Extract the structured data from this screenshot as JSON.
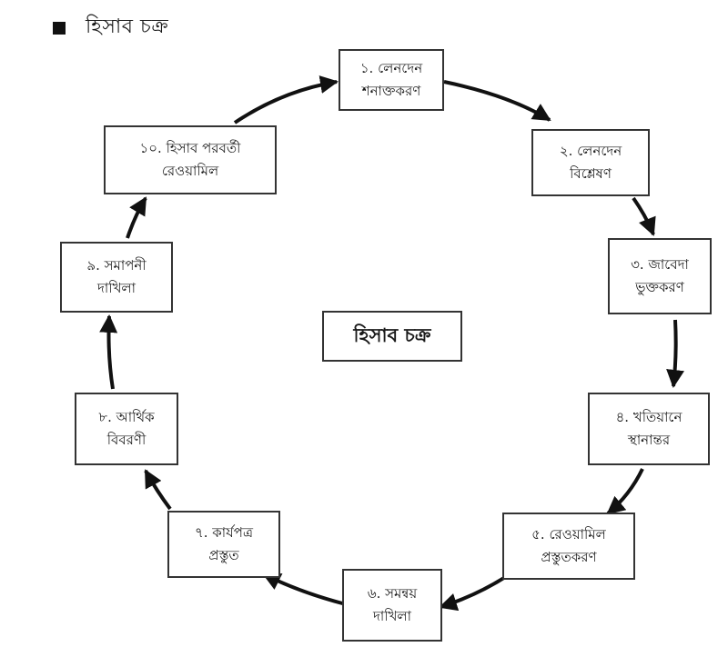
{
  "header": {
    "title": "হিসাব চক্র"
  },
  "center_label": "হিসাব চক্র",
  "steps": [
    {
      "line1": "১. লেনদেন",
      "line2": "শনাক্তকরণ"
    },
    {
      "line1": "২. লেনদেন",
      "line2": "বিশ্লেষণ"
    },
    {
      "line1": "৩. জাবেদা",
      "line2": "ভুক্তকরণ"
    },
    {
      "line1": "৪. খতিয়ানে",
      "line2": "স্থানান্তর"
    },
    {
      "line1": "৫. রেওয়ামিল",
      "line2": "প্রস্তুতকরণ"
    },
    {
      "line1": "৬. সমন্বয়",
      "line2": "দাখিলা"
    },
    {
      "line1": "৭. কার্যপত্র",
      "line2": "প্রস্তুত"
    },
    {
      "line1": "৮. আর্থিক",
      "line2": "বিবরণী"
    },
    {
      "line1": "৯. সমাপনী",
      "line2": "দাখিলা"
    },
    {
      "line1": "১০. হিসাব পরবর্তী",
      "line2": "রেওয়ামিল"
    }
  ]
}
